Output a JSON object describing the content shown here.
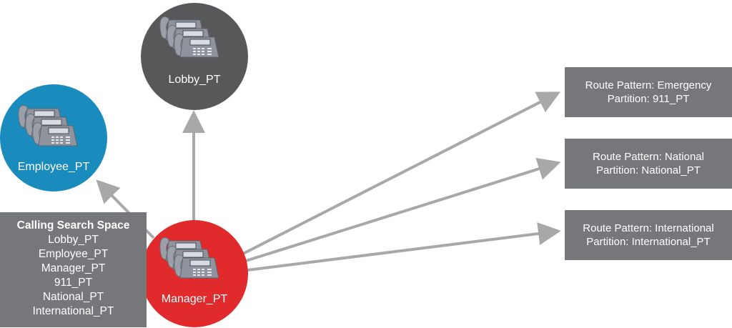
{
  "colors": {
    "lobby_node": "#58585b",
    "employee_node": "#1a8bbd",
    "manager_node": "#e12a2b",
    "box_gray": "#76777a",
    "arrow": "#a7a8aa"
  },
  "nodes": {
    "lobby": {
      "label": "Lobby_PT",
      "icon": "desk-phones-icon"
    },
    "employee": {
      "label": "Employee_PT",
      "icon": "desk-phones-icon"
    },
    "manager": {
      "label": "Manager_PT",
      "icon": "desk-phones-icon"
    }
  },
  "calling_search_space": {
    "title": "Calling Search Space",
    "items": [
      "Lobby_PT",
      "Employee_PT",
      "Manager_PT",
      "911_PT",
      "National_PT",
      "International_PT"
    ]
  },
  "route_patterns": [
    {
      "pattern": "Route Pattern: Emergency",
      "partition": "Partition: 911_PT"
    },
    {
      "pattern": "Route Pattern: National",
      "partition": "Partition: National_PT"
    },
    {
      "pattern": "Route Pattern: International",
      "partition": "Partition: International_PT"
    }
  ]
}
